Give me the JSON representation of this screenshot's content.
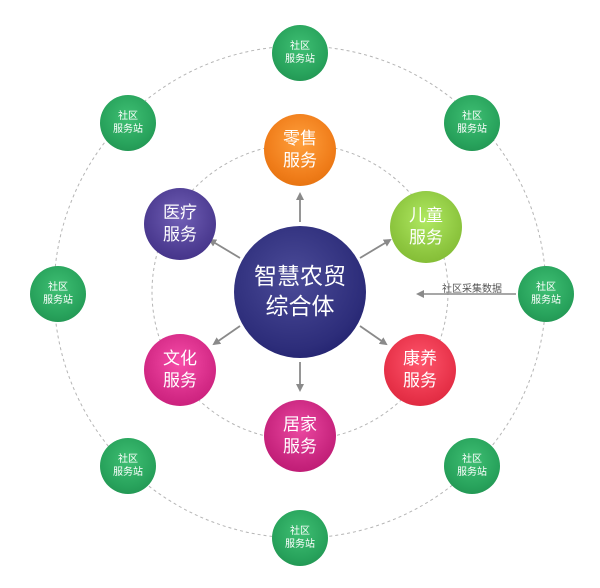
{
  "center": {
    "line1": "智慧农贸",
    "line2": "综合体",
    "color": "#2d2d7a"
  },
  "services": [
    {
      "key": "retail",
      "line1": "零售",
      "line2": "服务",
      "color": "#f07d1a"
    },
    {
      "key": "children",
      "line1": "儿童",
      "line2": "服务",
      "color": "#8dc63f"
    },
    {
      "key": "health",
      "line1": "康养",
      "line2": "服务",
      "color": "#e8334a"
    },
    {
      "key": "home",
      "line1": "居家",
      "line2": "服务",
      "color": "#c8257e"
    },
    {
      "key": "culture",
      "line1": "文化",
      "line2": "服务",
      "color": "#d42a86"
    },
    {
      "key": "medical",
      "line1": "医疗",
      "line2": "服务",
      "color": "#4e3d93"
    }
  ],
  "stations": [
    {
      "line1": "社区",
      "line2": "服务站"
    },
    {
      "line1": "社区",
      "line2": "服务站"
    },
    {
      "line1": "社区",
      "line2": "服务站"
    },
    {
      "line1": "社区",
      "line2": "服务站"
    },
    {
      "line1": "社区",
      "line2": "服务站"
    },
    {
      "line1": "社区",
      "line2": "服务站"
    },
    {
      "line1": "社区",
      "line2": "服务站"
    },
    {
      "line1": "社区",
      "line2": "服务站"
    }
  ],
  "station_color": "#28a35c",
  "collect_label": "社区采集数据"
}
